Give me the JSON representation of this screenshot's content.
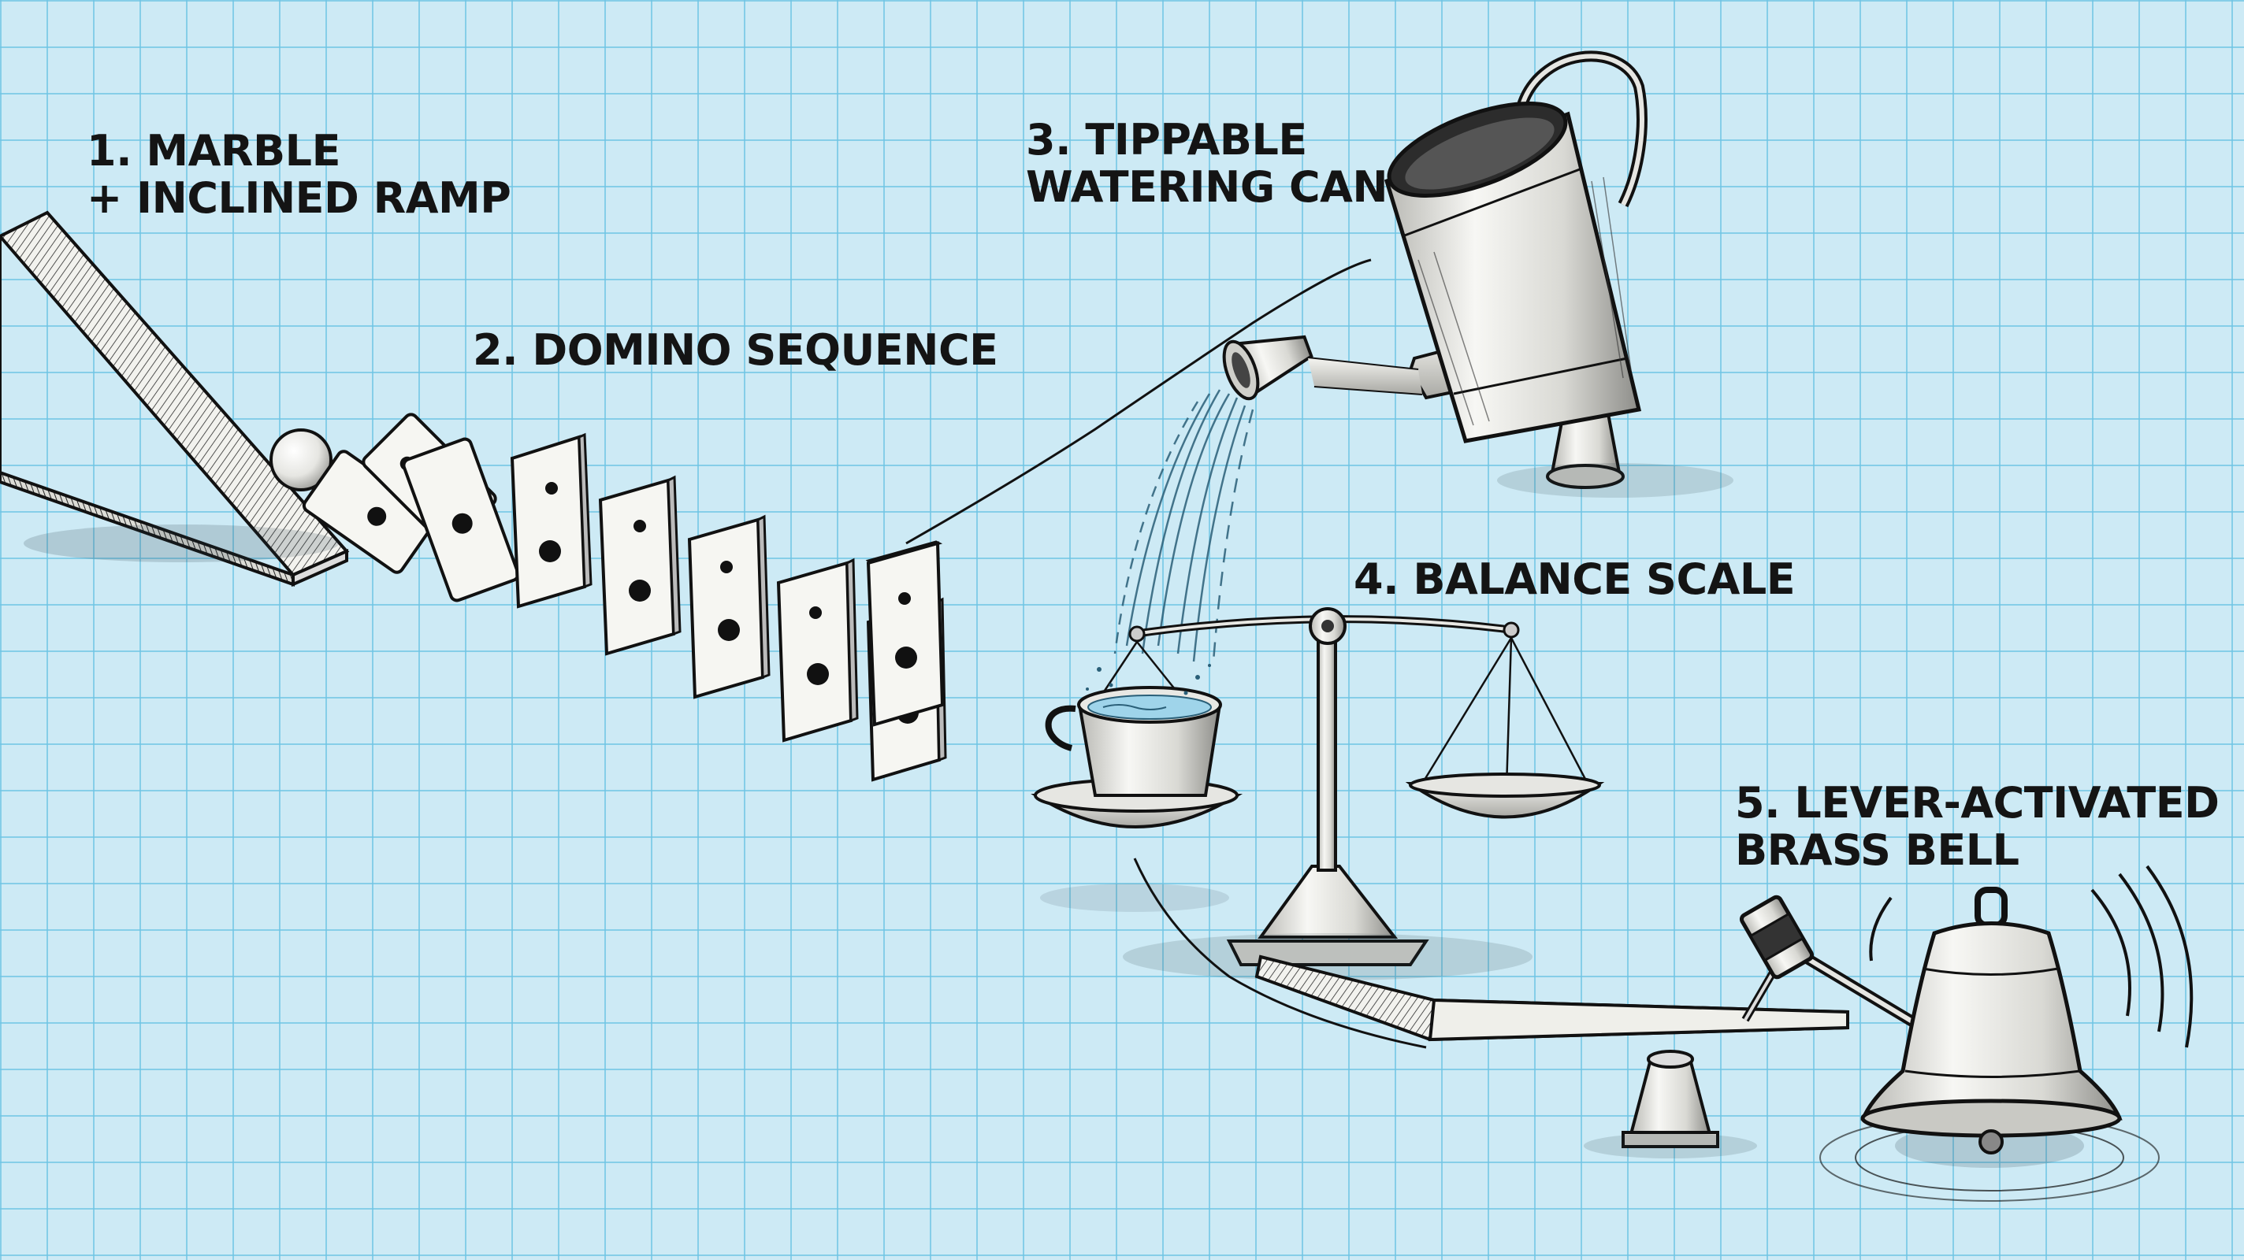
{
  "labels": {
    "step1": {
      "line1": "1. MARBLE",
      "line2": "+ INCLINED RAMP"
    },
    "step2": {
      "line1": "2. DOMINO SEQUENCE"
    },
    "step3": {
      "line1": "3. TIPPABLE",
      "line2": "WATERING CAN"
    },
    "step4": {
      "line1": "4. BALANCE SCALE"
    },
    "step5": {
      "line1": "5. LEVER-ACTIVATED",
      "line2": "BRASS BELL"
    }
  },
  "colors": {
    "background": "#cdeaf5",
    "grid": "#6ec4e4",
    "ink": "#141414",
    "paper": "#f4f4f1",
    "water": "#9fd4ea"
  },
  "icons": [
    "ramp",
    "marble",
    "domino",
    "watering-can",
    "water-stream",
    "teacup",
    "balance-scale",
    "lever",
    "hammer",
    "bell"
  ]
}
